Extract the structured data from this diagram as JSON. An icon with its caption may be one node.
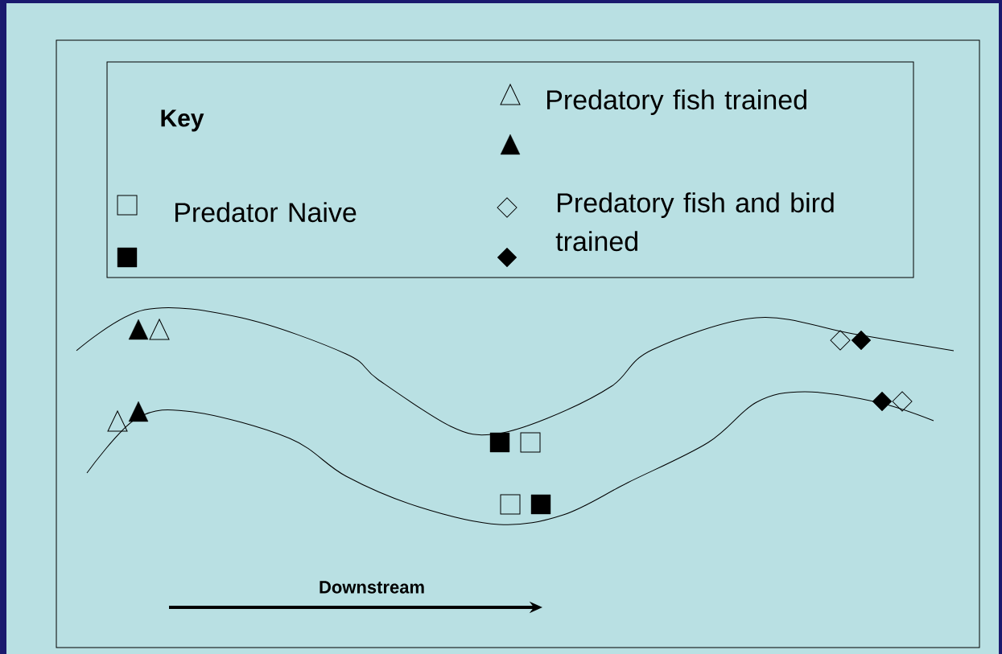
{
  "diagram": {
    "labels": [
      "Key",
      "Downstream"
    ],
    "legend": [
      {
        "text": "Predatory fish trained"
      },
      {
        "text": "Predator Naive"
      },
      {
        "text": "Predatory fish and bird trained"
      }
    ]
  }
}
